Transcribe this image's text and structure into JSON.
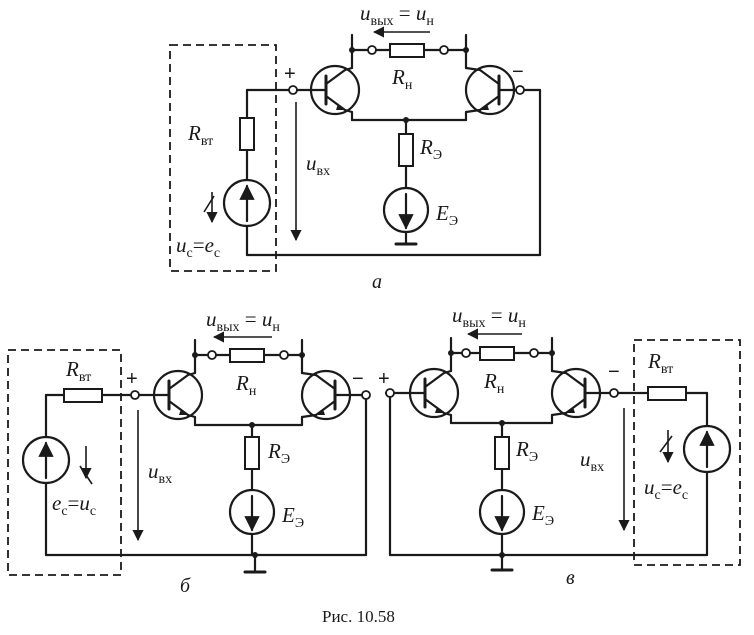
{
  "figure": {
    "caption": "Рис. 10.58"
  },
  "labels": {
    "u_out": {
      "main": "u",
      "sub": "вых",
      "eq": " = ",
      "rhs": "u",
      "rhs_sub": "н"
    },
    "R_load": {
      "main": "R",
      "sub": "н"
    },
    "R_int": {
      "main": "R",
      "sub": "вт"
    },
    "R_emitter": {
      "main": "R",
      "sub": "Э"
    },
    "E_emitter": {
      "main": "E",
      "sub": "Э"
    },
    "u_in": {
      "main": "u",
      "sub": "вх"
    },
    "src_a": {
      "main": "u",
      "sub": "с",
      "eq": "=",
      "rhs": "e",
      "rhs_sub": "с"
    },
    "src_b": {
      "main": "e",
      "sub": "с",
      "eq": "=",
      "rhs": "u",
      "rhs_sub": "с"
    },
    "src_c": {
      "main": "u",
      "sub": "с",
      "eq": "=",
      "rhs": "e",
      "rhs_sub": "с"
    },
    "plus": "+",
    "minus": "−"
  },
  "panels": {
    "a": "а",
    "b": "б",
    "c": "в"
  }
}
